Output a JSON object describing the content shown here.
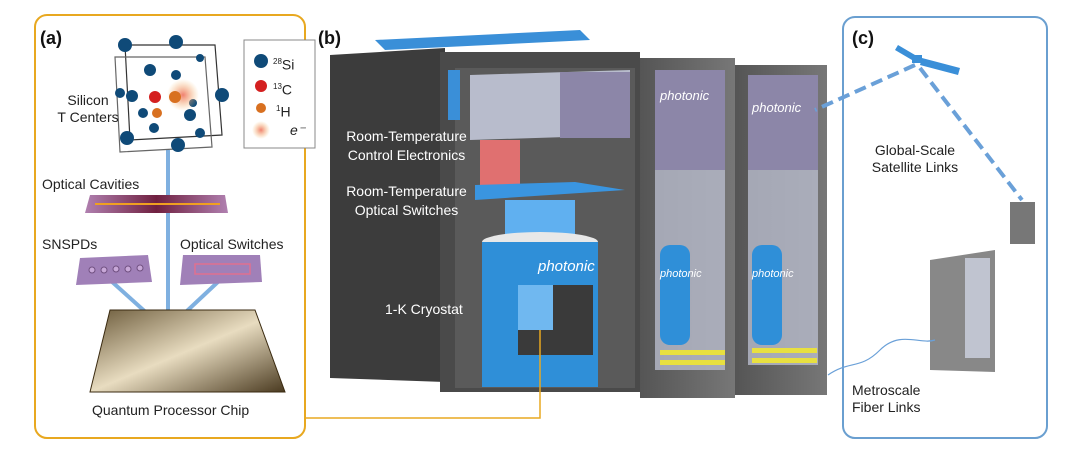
{
  "panel_a": {
    "tag": "(a)",
    "t_centers_label_1": "Silicon",
    "t_centers_label_2": "T Centers",
    "legend": {
      "si": "28",
      "si_el": "Si",
      "c": "13",
      "c_el": "C",
      "h": "1",
      "h_el": "H",
      "e": "e⁻"
    },
    "optical_cavities": "Optical Cavities",
    "snspds": "SNSPDs",
    "optical_switches": "Optical Switches",
    "chip": "Quantum Processor Chip"
  },
  "panel_b": {
    "tag": "(b)",
    "electronics_1": "Room-Temperature",
    "electronics_2": "Control Electronics",
    "switches_1": "Room-Temperature",
    "switches_2": "Optical Switches",
    "cryostat": "1-K Cryostat",
    "brand": "photonic"
  },
  "panel_c": {
    "tag": "(c)",
    "satellite_1": "Global-Scale",
    "satellite_2": "Satellite Links",
    "fiber_1": "Metroscale",
    "fiber_2": "Fiber Links"
  },
  "colors": {
    "panel_a_border": "#e8a820",
    "panel_c_border": "#6a9fd0",
    "brand_blue": "#2f8fd8",
    "si_atom": "#0f4a78"
  }
}
